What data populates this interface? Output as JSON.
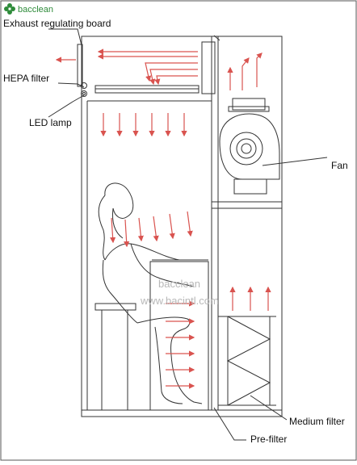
{
  "brand": {
    "name": "bacclean",
    "logo_color": "#2e8b3a"
  },
  "labels": {
    "exhaust_board": "Exhaust regulating board",
    "hepa_filter": "HEPA filter",
    "led_lamp": "LED lamp",
    "fan": "Fan",
    "medium_filter": "Medium filter",
    "pre_filter": "Pre-filter"
  },
  "watermark": {
    "line1": "bacclean",
    "line2": "www.bacintl.com"
  },
  "colors": {
    "airflow": "#d9534f",
    "line": "#333333",
    "text": "#111111"
  }
}
